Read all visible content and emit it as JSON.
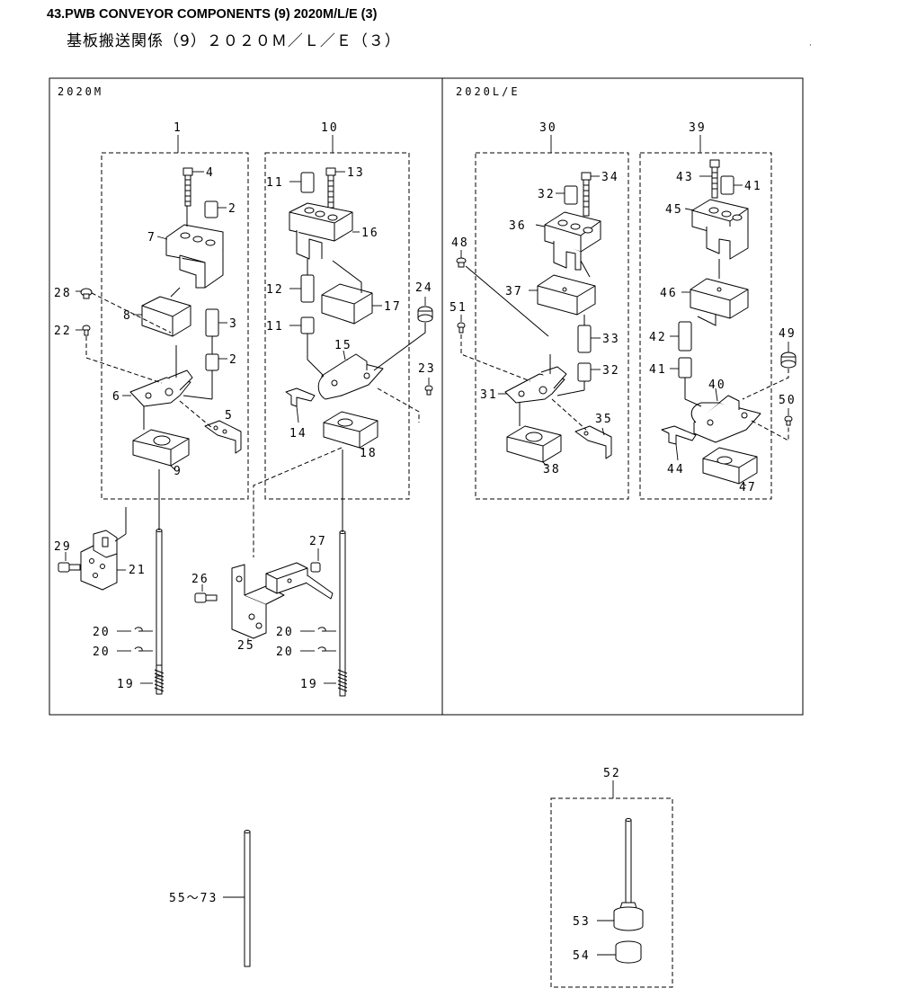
{
  "title": {
    "english": "43.PWB CONVEYOR COMPONENTS (9) 2020M/L/E (3)",
    "japanese": "基板搬送関係（9）２０２０Ｍ／Ｌ／Ｅ（３）"
  },
  "sections": {
    "left": "2020M",
    "right": "2020L/E"
  },
  "labels": {
    "p1": "1",
    "p2a": "2",
    "p2b": "2",
    "p3": "3",
    "p4": "4",
    "p5": "5",
    "p6": "6",
    "p7": "7",
    "p8": "8",
    "p9": "9",
    "p10": "10",
    "p11a": "11",
    "p11b": "11",
    "p12": "12",
    "p13": "13",
    "p14": "14",
    "p15": "15",
    "p16": "16",
    "p17": "17",
    "p18": "18",
    "p19a": "19",
    "p19b": "19",
    "p20a": "20",
    "p20b": "20",
    "p20c": "20",
    "p20d": "20",
    "p21": "21",
    "p22": "22",
    "p23": "23",
    "p24": "24",
    "p25": "25",
    "p26": "26",
    "p27": "27",
    "p28": "28",
    "p29": "29",
    "p30": "30",
    "p31": "31",
    "p32a": "32",
    "p32b": "32",
    "p33": "33",
    "p34": "34",
    "p35": "35",
    "p36": "36",
    "p37": "37",
    "p38": "38",
    "p39": "39",
    "p40": "40",
    "p41a": "41",
    "p41b": "41",
    "p42": "42",
    "p43": "43",
    "p44": "44",
    "p45": "45",
    "p46": "46",
    "p47": "47",
    "p48": "48",
    "p49": "49",
    "p50": "50",
    "p51": "51",
    "p52": "52",
    "p53": "53",
    "p54": "54",
    "p55_73": "55～73"
  }
}
